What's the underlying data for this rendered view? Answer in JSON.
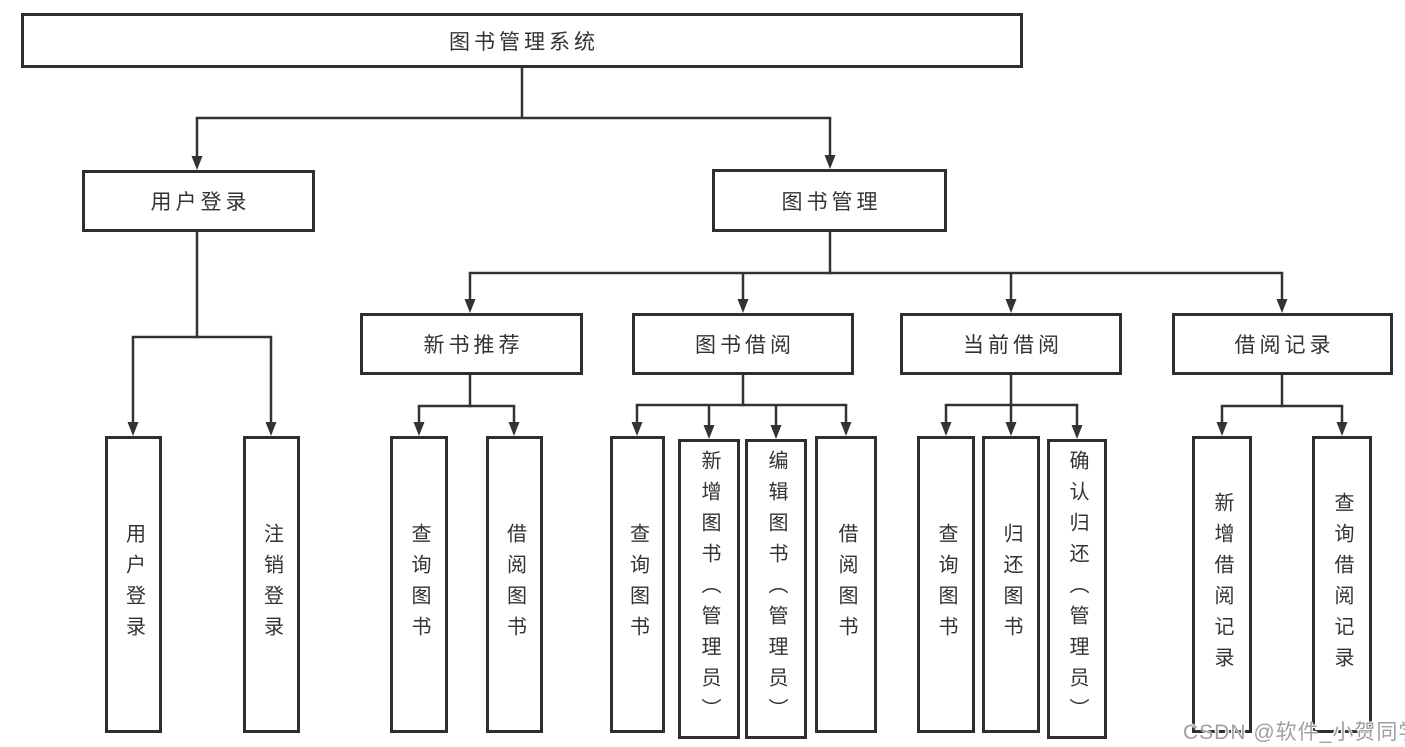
{
  "diagram": {
    "type": "org-tree",
    "title": "图书管理系统",
    "line_color": "#333333",
    "text_color": "#333333",
    "background_color": "#ffffff",
    "nodes": {
      "root": {
        "id": "library-management-system",
        "label": "图书管理系统"
      },
      "level2": [
        {
          "id": "user-login",
          "label": "用户登录",
          "parent": "library-management-system"
        },
        {
          "id": "book-management",
          "label": "图书管理",
          "parent": "library-management-system"
        }
      ],
      "level3": [
        {
          "id": "new-book-recommend",
          "label": "新书推荐",
          "parent": "book-management"
        },
        {
          "id": "book-borrowing",
          "label": "图书借阅",
          "parent": "book-management"
        },
        {
          "id": "current-borrowing",
          "label": "当前借阅",
          "parent": "book-management"
        },
        {
          "id": "borrowing-records",
          "label": "借阅记录",
          "parent": "book-management"
        }
      ],
      "leaves": [
        {
          "id": "leaf-user-login",
          "label": "用户登录",
          "parent": "user-login"
        },
        {
          "id": "leaf-logout",
          "label": "注销登录",
          "parent": "user-login"
        },
        {
          "id": "leaf-query-books-a",
          "label": "查询图书",
          "parent": "new-book-recommend"
        },
        {
          "id": "leaf-borrow-books-a",
          "label": "借阅图书",
          "parent": "new-book-recommend"
        },
        {
          "id": "leaf-query-books-b",
          "label": "查询图书",
          "parent": "book-borrowing"
        },
        {
          "id": "leaf-add-books-admin",
          "label": "新增图书（管理员）",
          "parent": "book-borrowing"
        },
        {
          "id": "leaf-edit-books-admin",
          "label": "编辑图书（管理员）",
          "parent": "book-borrowing"
        },
        {
          "id": "leaf-borrow-books-b",
          "label": "借阅图书",
          "parent": "book-borrowing"
        },
        {
          "id": "leaf-query-books-c",
          "label": "查询图书",
          "parent": "current-borrowing"
        },
        {
          "id": "leaf-return-books",
          "label": "归还图书",
          "parent": "current-borrowing"
        },
        {
          "id": "leaf-confirm-return-admin",
          "label": "确认归还（管理员）",
          "parent": "current-borrowing"
        },
        {
          "id": "leaf-add-borrow-record",
          "label": "新增借阅记录",
          "parent": "borrowing-records"
        },
        {
          "id": "leaf-query-borrow-record",
          "label": "查询借阅记录",
          "parent": "borrowing-records"
        }
      ]
    },
    "watermark": {
      "text": "CSDN @软件_小贺同学",
      "color": "#a0a0a0"
    }
  }
}
